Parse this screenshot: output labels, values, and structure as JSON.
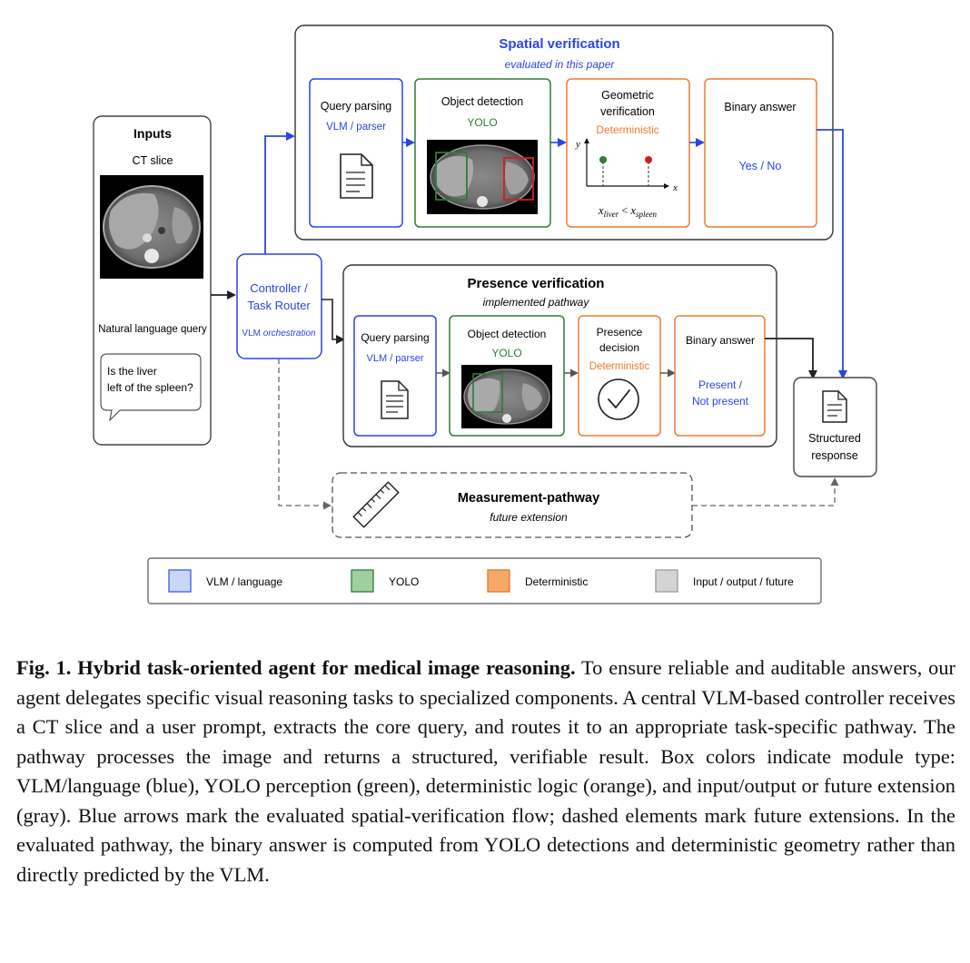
{
  "inputs": {
    "title": "Inputs",
    "ct_label": "CT slice",
    "nlq_label": "Natural language query",
    "query_line1": "Is the liver",
    "query_line2": "left of the spleen?"
  },
  "controller": {
    "line1": "Controller /",
    "line2": "Task Router",
    "sub_prefix": "VLM",
    "sub_italic": "orchestration"
  },
  "spatial": {
    "title": "Spatial verification",
    "subtitle": "evaluated in this paper",
    "query_title": "Query parsing",
    "query_sub": "VLM / parser",
    "detect_title": "Object detection",
    "detect_sub": "YOLO",
    "geo_line1": "Geometric",
    "geo_line2": "verification",
    "geo_sub": "Deterministic",
    "geo_formula_left": "x",
    "geo_formula_left_sub": "liver",
    "geo_formula_op": "<",
    "geo_formula_right": "x",
    "geo_formula_right_sub": "spleen",
    "axis_y": "y",
    "axis_x": "x",
    "answer_title": "Binary answer",
    "answer_value": "Yes / No"
  },
  "presence": {
    "title": "Presence verification",
    "subtitle": "implemented pathway",
    "query_title": "Query parsing",
    "query_sub": "VLM / parser",
    "detect_title": "Object detection",
    "detect_sub": "YOLO",
    "decision_line1": "Presence",
    "decision_line2": "decision",
    "decision_sub": "Deterministic",
    "answer_title": "Binary answer",
    "answer_line1": "Present /",
    "answer_line2": "Not present"
  },
  "structured": {
    "line1": "Structured",
    "line2": "response"
  },
  "measurement": {
    "title": "Measurement-pathway",
    "subtitle": "future extension"
  },
  "legend": {
    "items": [
      {
        "label": "VLM / language",
        "color": "#c9d6f7",
        "border": "#3a5ae0"
      },
      {
        "label": "YOLO",
        "color": "#9fcf9f",
        "border": "#2e7d32"
      },
      {
        "label": "Deterministic",
        "color": "#f6a86b",
        "border": "#e8742c"
      },
      {
        "label": "Input / output / future",
        "color": "#d4d4d4",
        "border": "#9a9a9a"
      }
    ]
  },
  "colors": {
    "blue": "#2a45e6",
    "green": "#2e7d32",
    "orange": "#f07a32",
    "gray": "#8a8a8a",
    "dark": "#333333",
    "liver_dot": "#2e7d32",
    "spleen_dot": "#d21f1f"
  },
  "caption": {
    "bold": "Fig. 1. Hybrid task-oriented agent for medical image reasoning.",
    "text": "To ensure reliable and auditable answers, our agent delegates specific visual reasoning tasks to specialized components. A central VLM-based controller receives a CT slice and a user prompt, extracts the core query, and routes it to an appropriate task-specific pathway. The pathway processes the image and returns a structured, verifiable result. Box colors indicate module type: VLM/language (blue), YOLO perception (green), deterministic logic (orange), and input/output or future extension (gray). Blue arrows mark the evaluated spatial-verification flow; dashed elements mark future extensions. In the evaluated pathway, the binary answer is computed from YOLO detections and deterministic geometry rather than directly predicted by the VLM."
  }
}
